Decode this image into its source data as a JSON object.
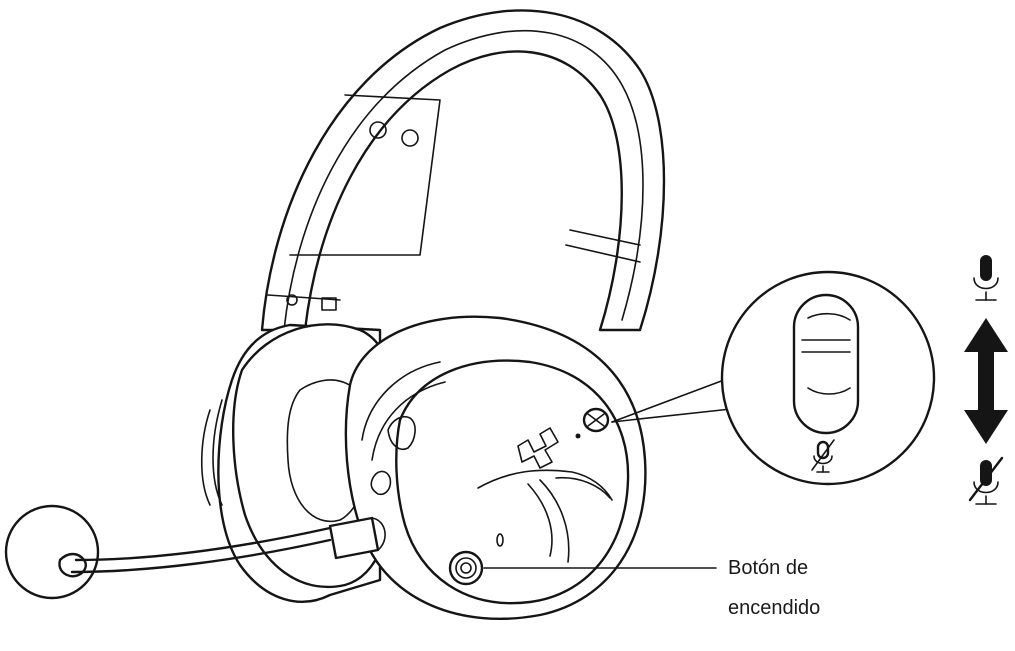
{
  "diagram": {
    "callout_power": {
      "line1": "Botón de",
      "line2": "encendido"
    },
    "icons": {
      "mic_on": "microphone-icon",
      "mic_muted": "microphone-muted-icon",
      "switch_direction": "double-arrow-vertical-icon",
      "brand_logo": "hyperx-logo",
      "power_button": "power-button-icon"
    },
    "colors": {
      "ink": "#151515",
      "background": "#ffffff"
    }
  }
}
